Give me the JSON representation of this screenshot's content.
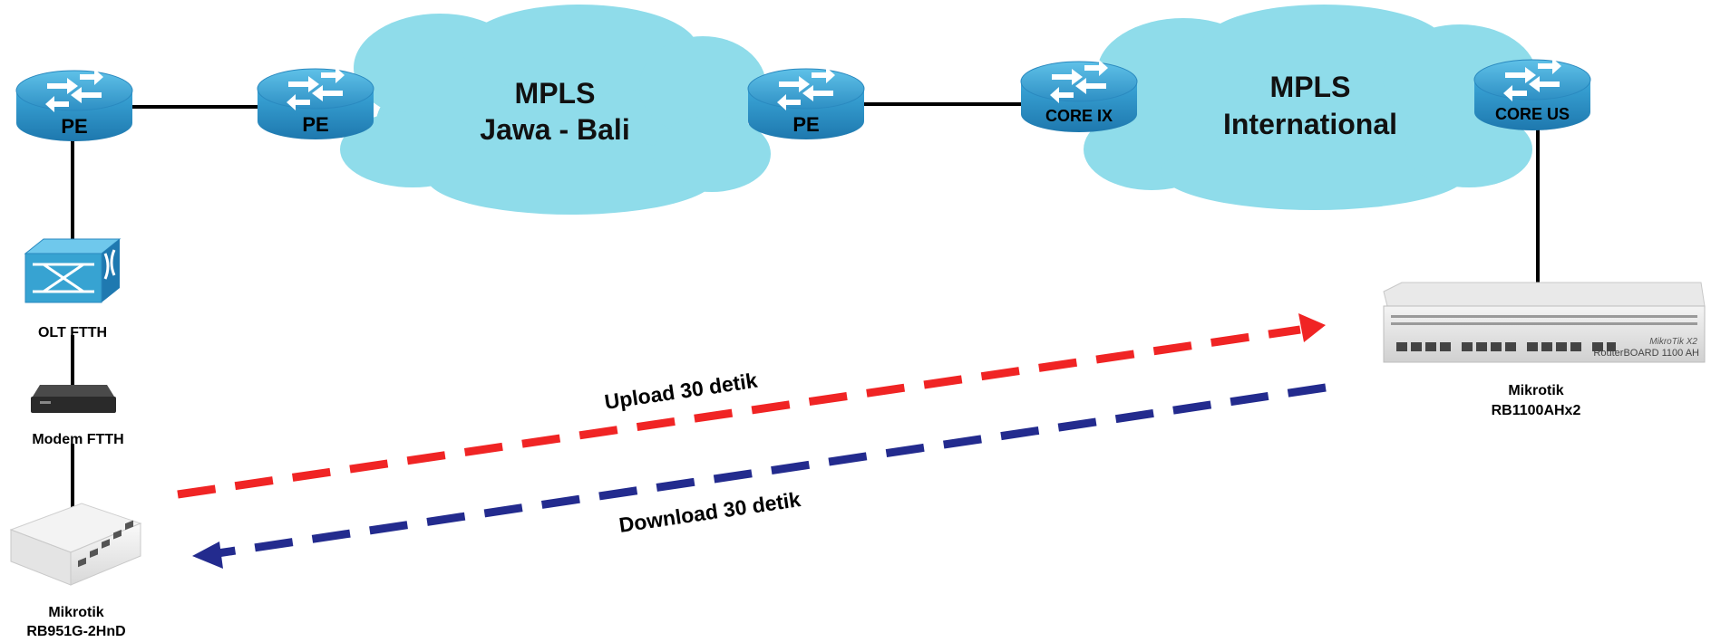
{
  "clouds": [
    {
      "id": "jawa-bali",
      "line1": "MPLS",
      "line2": "Jawa - Bali"
    },
    {
      "id": "international",
      "line1": "MPLS",
      "line2": "International"
    }
  ],
  "routers": {
    "pe1": "PE",
    "pe2": "PE",
    "pe3": "PE",
    "core_ix": "CORE IX",
    "core_us": "CORE US"
  },
  "devices": {
    "olt": "OLT FTTH",
    "modem": "Modem FTTH",
    "client_line1": "Mikrotik",
    "client_line2": "RB951G-2HnD",
    "server_line1": "Mikrotik",
    "server_line2": "RB1100AHx2",
    "server_brand": "MikroTik X2",
    "server_model": "RouterBOARD 1100 AH"
  },
  "flows": {
    "upload": "Upload 30 detik",
    "download": "Download 30 detik"
  },
  "colors": {
    "cloud": "#8FDCEA",
    "router": "#37A3D2",
    "router_dark": "#1D6FA0",
    "upload": "#F02424",
    "download": "#232B8E",
    "link": "#000000"
  }
}
